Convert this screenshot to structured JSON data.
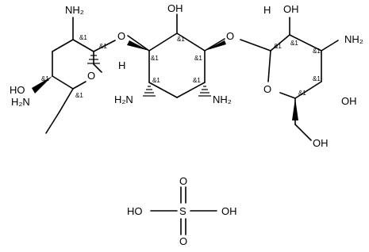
{
  "molecule": {
    "stereo_label": "&1",
    "labels": {
      "nh2_a": "NH₂",
      "h2n_ring_b": "H₂N",
      "h2n_c": "H₂N",
      "nh2_d": "NH₂",
      "nh2_e": "NH₂",
      "oh_a": "OH",
      "ho_b": "HO",
      "oh_c": "OH",
      "oh_d": "OH",
      "oh_e": "OH",
      "o_link_a": "O",
      "o_link_b": "O",
      "o_ring_a": "O",
      "o_ring_b": "O",
      "h_a": "H",
      "h_b": "H"
    }
  },
  "sulfuric_acid": {
    "ho_left": "HO",
    "oh_right": "OH",
    "s": "S",
    "o_top": "O",
    "o_bottom": "O"
  }
}
